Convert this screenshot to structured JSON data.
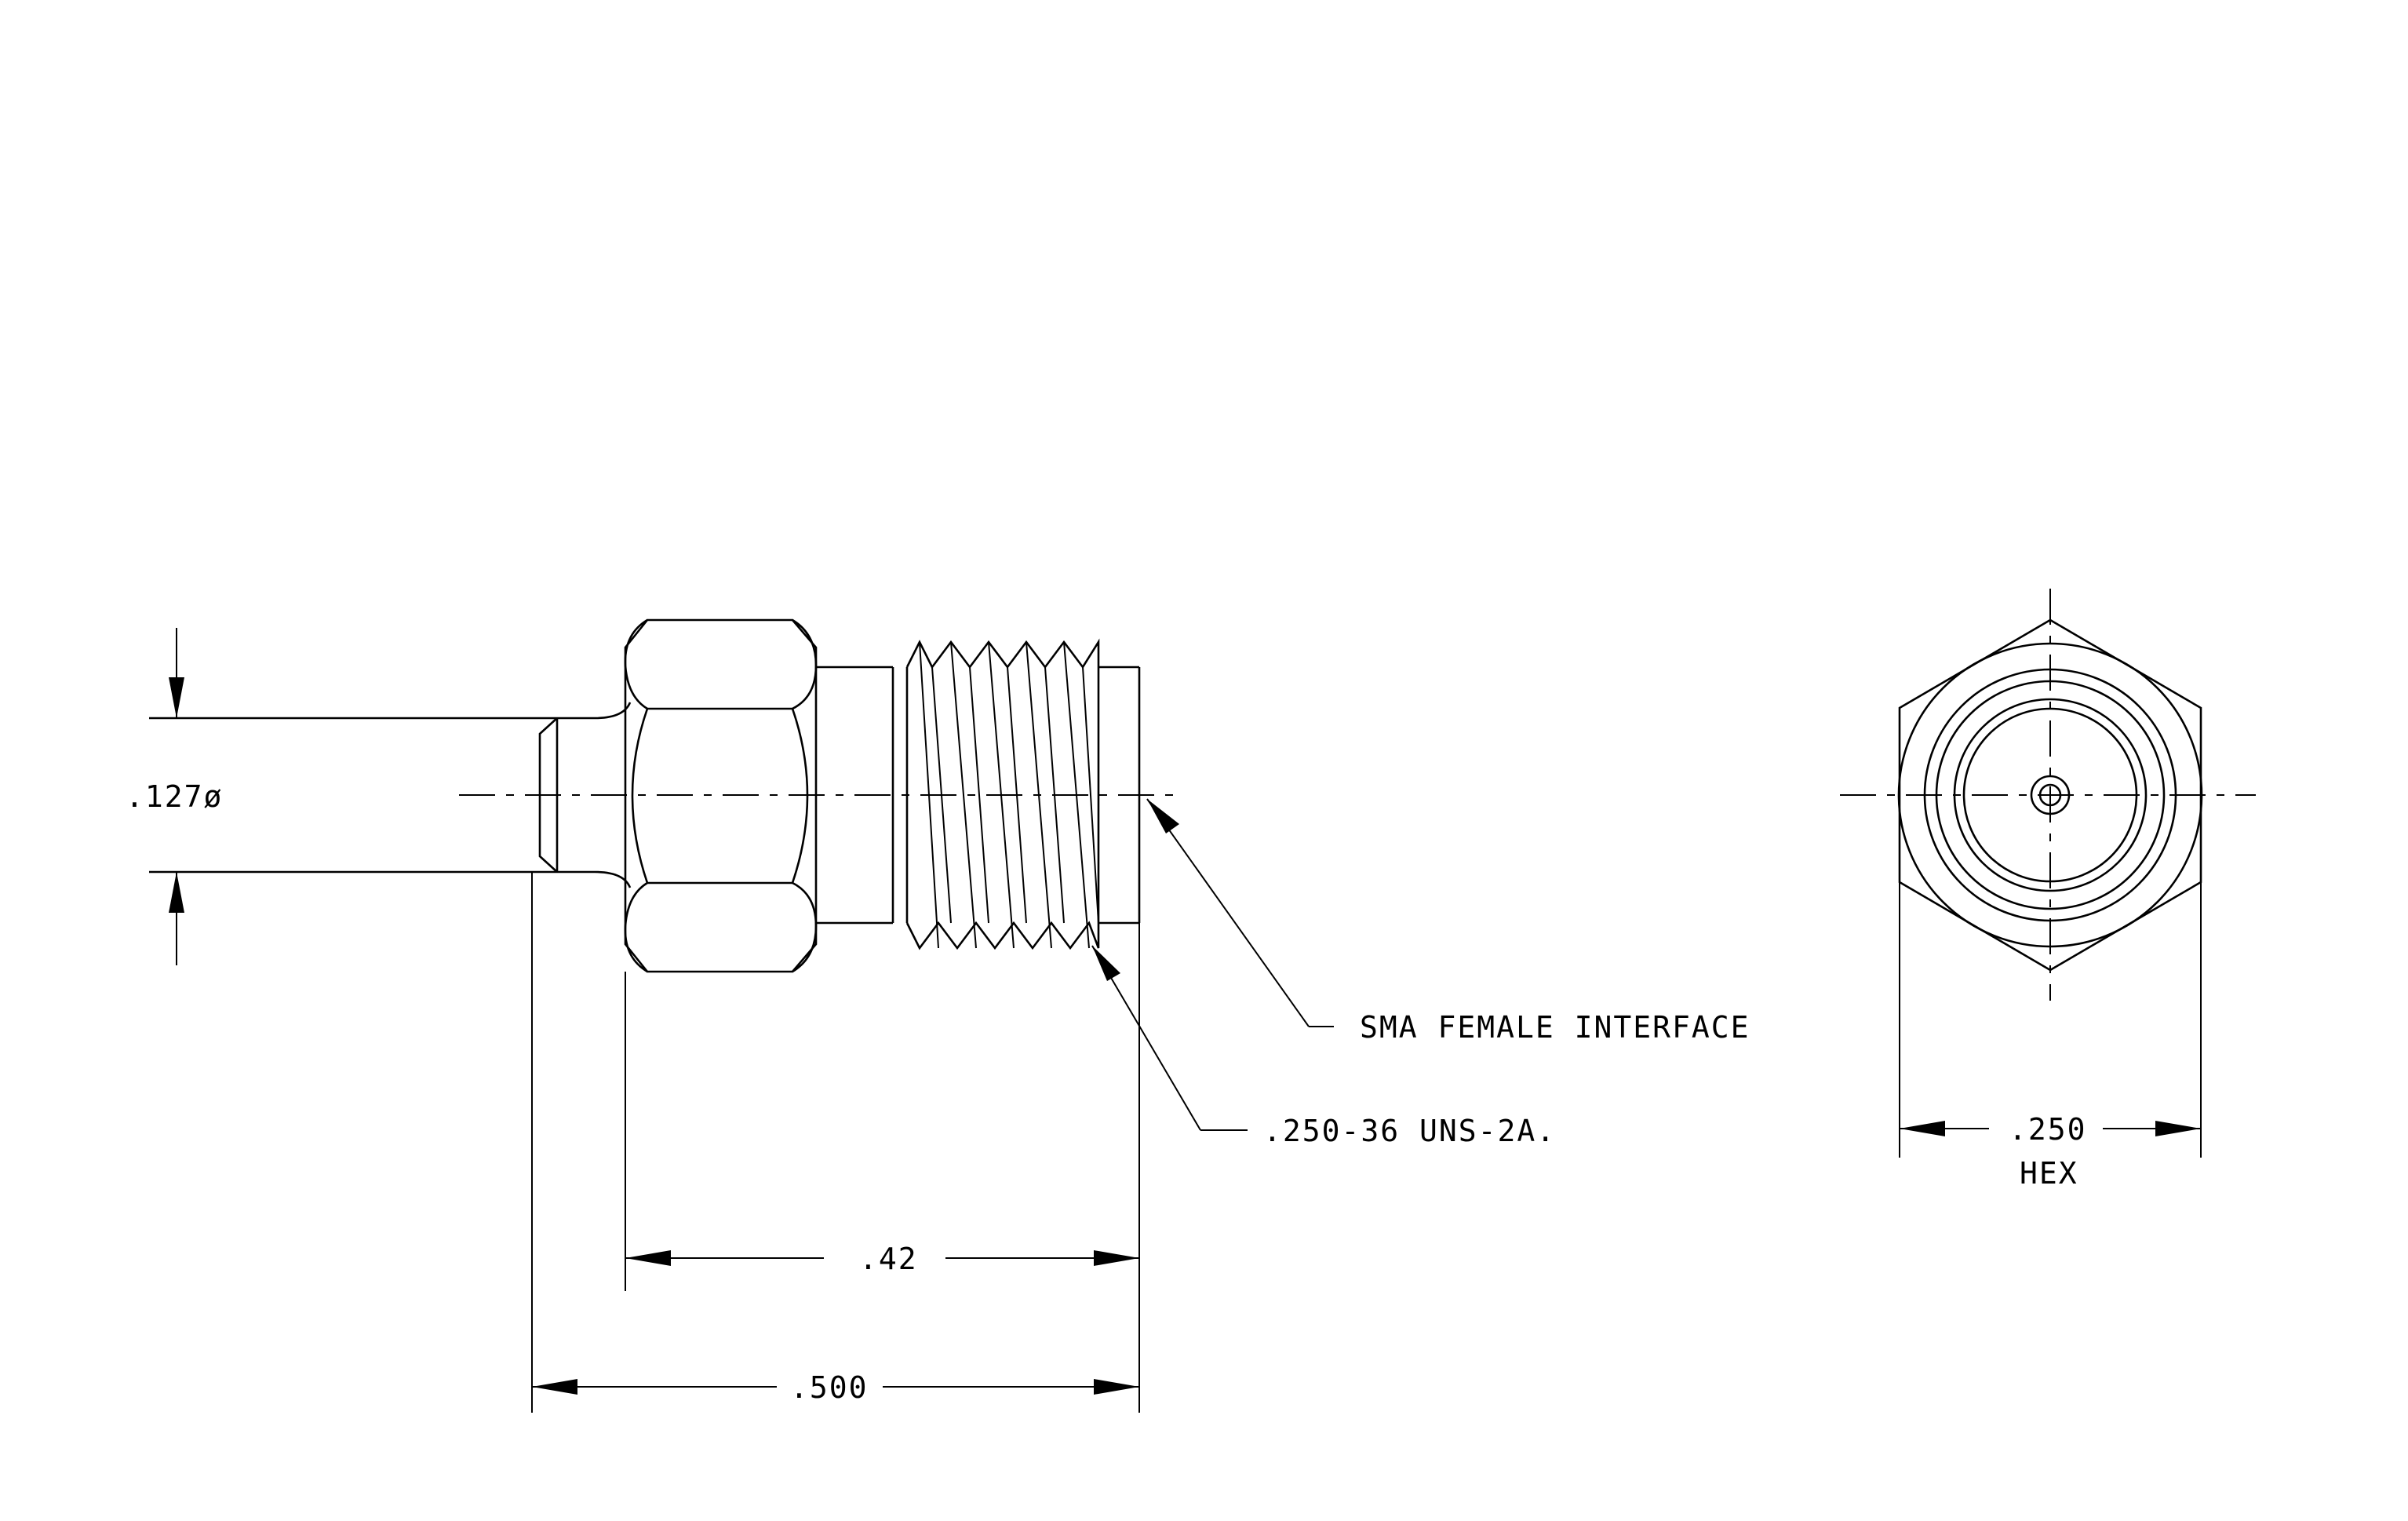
{
  "labels": {
    "diameter": ".127ø",
    "interface": "SMA FEMALE INTERFACE",
    "thread_spec": ".250-36 UNS-2A.",
    "hex_size": ".250",
    "hex_unit": "HEX",
    "length_threaded": ".42",
    "length_overall": ".500"
  }
}
